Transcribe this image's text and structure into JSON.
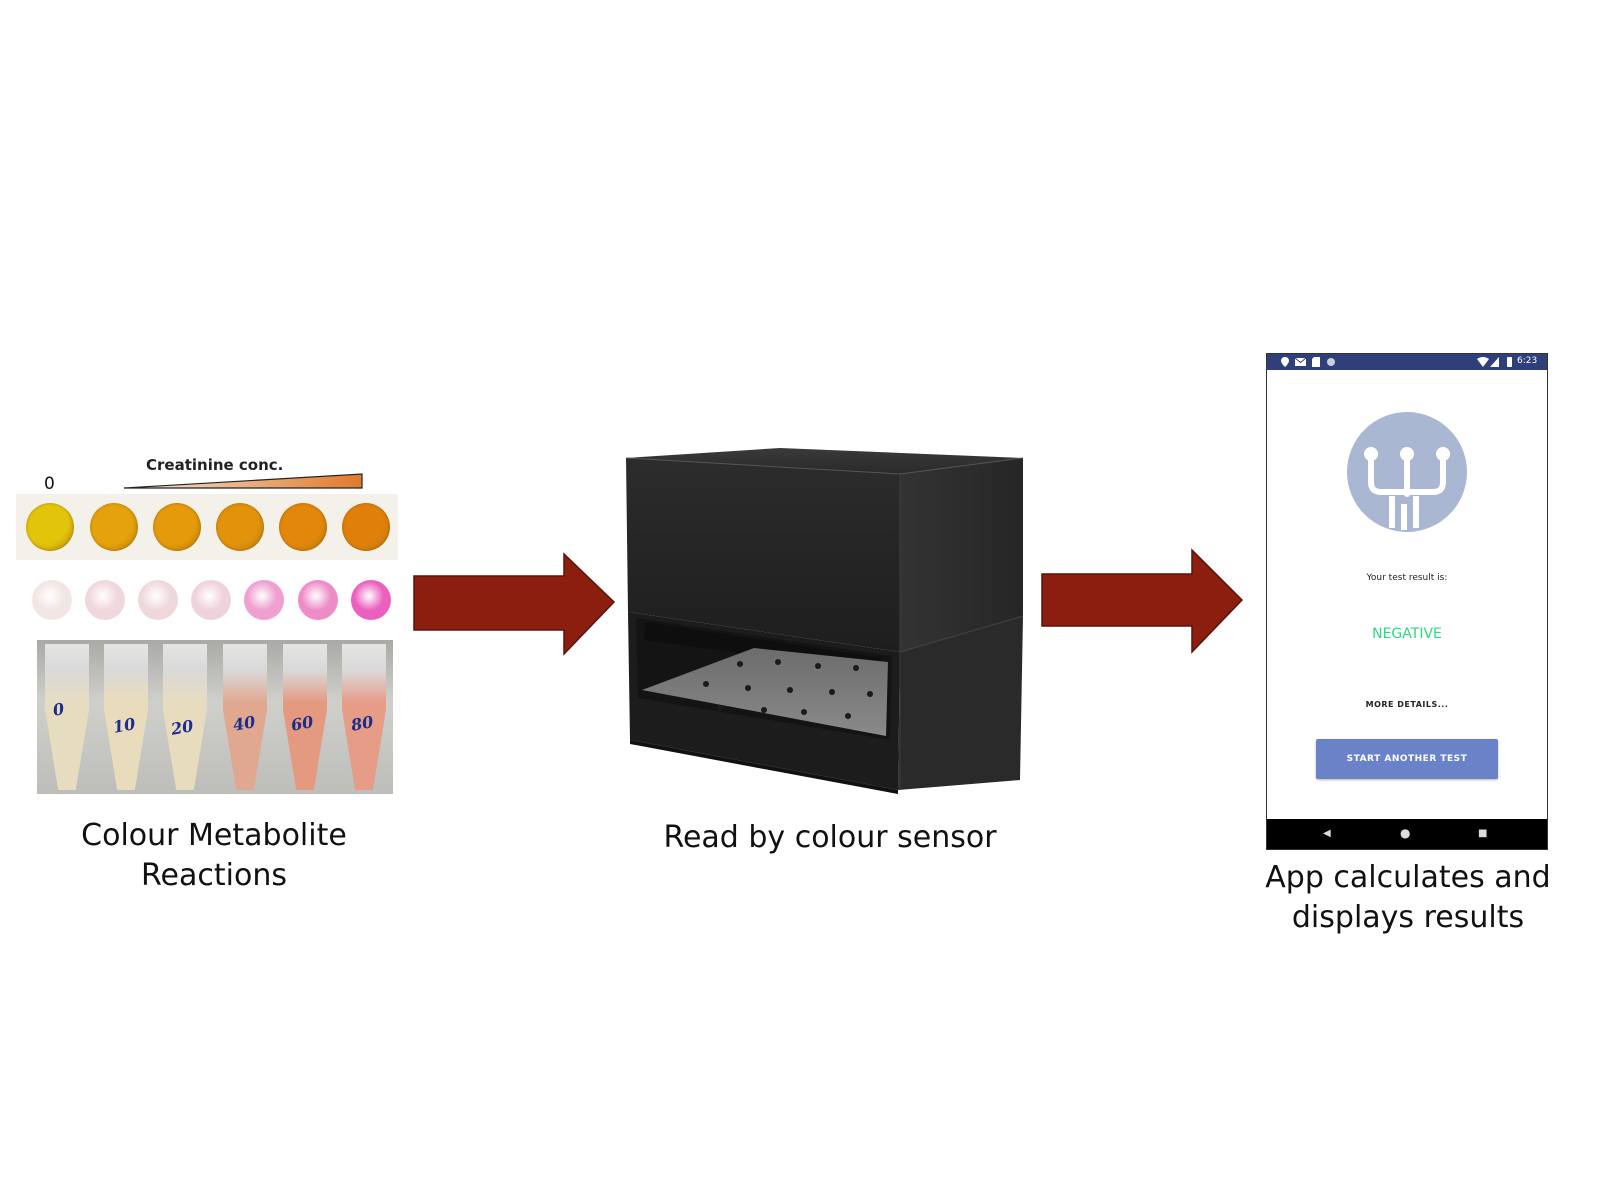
{
  "panel_reactions": {
    "gradient_label": "Creatinine conc.",
    "zero_label": "0",
    "caption": "Colour Metabolite Reactions",
    "well_colors": [
      "#e2c40a",
      "#e6a20c",
      "#e49a0a",
      "#e3920c",
      "#e3870b",
      "#e0800a"
    ],
    "dot_colors": [
      "#f2e6e3",
      "#f0d7dc",
      "#efd8dc",
      "#f0d2dc",
      "#ef9fd0",
      "#ee8cc8",
      "#ec5fbe"
    ],
    "tube_labels": [
      "0",
      "10",
      "20",
      "40",
      "60",
      "80"
    ],
    "tube_colors": [
      "#e6dcc0",
      "#e8dcbc",
      "#e8dcbe",
      "#e0a890",
      "#e39a80",
      "#e79c88"
    ]
  },
  "panel_device": {
    "caption": "Read by colour sensor"
  },
  "panel_app": {
    "caption_line1": "App calculates and",
    "caption_line2": "displays results",
    "status_time": "6:23",
    "result_prompt": "Your test result is:",
    "result_value": "NEGATIVE",
    "more_details": "MORE DETAILS...",
    "start_button": "START ANOTHER TEST",
    "nav_back": "◀",
    "nav_home": "●",
    "nav_recent": "■"
  },
  "colors": {
    "arrow": "#8b1e0f",
    "result_value": "#2fd87a",
    "statusbar": "#2e3f7a",
    "logo": "#a9b7d3",
    "button": "#6a82c8"
  }
}
